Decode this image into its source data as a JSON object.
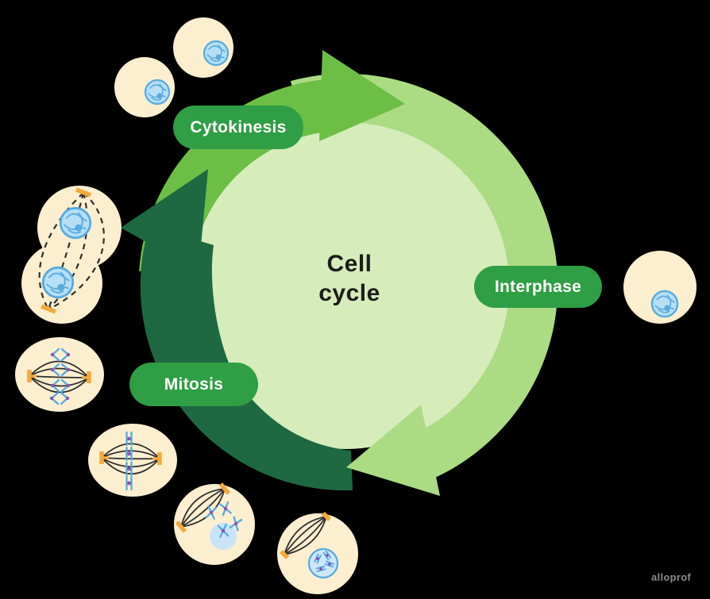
{
  "diagram": {
    "title": {
      "line1": "Cell",
      "line2": "cycle"
    },
    "labels": {
      "cytokinesis": "Cytokinesis",
      "interphase": "Interphase",
      "mitosis": "Mitosis"
    },
    "watermark": "alloprof",
    "colors": {
      "background": "#000000",
      "inner_circle": "#D6ECBB",
      "interphase_arrow": "#ABDB82",
      "cytokinesis_arrow": "#6CBE45",
      "mitosis_arrow": "#1E6941",
      "label_pill": "#2F9E44",
      "label_text": "#FFFFFF",
      "title_text": "#1C1C1C",
      "cell_body": "#FBEFD0",
      "nucleus_fill": "#B6DFF6",
      "prophase_nucleus_fill": "#CDE7F8",
      "prometaphase_nucleus_fill": "#C9E4F7",
      "nucleus_stroke": "#58ABDF",
      "chromosome_blue": "#54AAE5",
      "centromere_purple": "#8E52AC",
      "centriole_orange": "#F3A93C",
      "spindle_line": "#2F2F2F",
      "watermark_text": "#8A8A8A"
    }
  }
}
